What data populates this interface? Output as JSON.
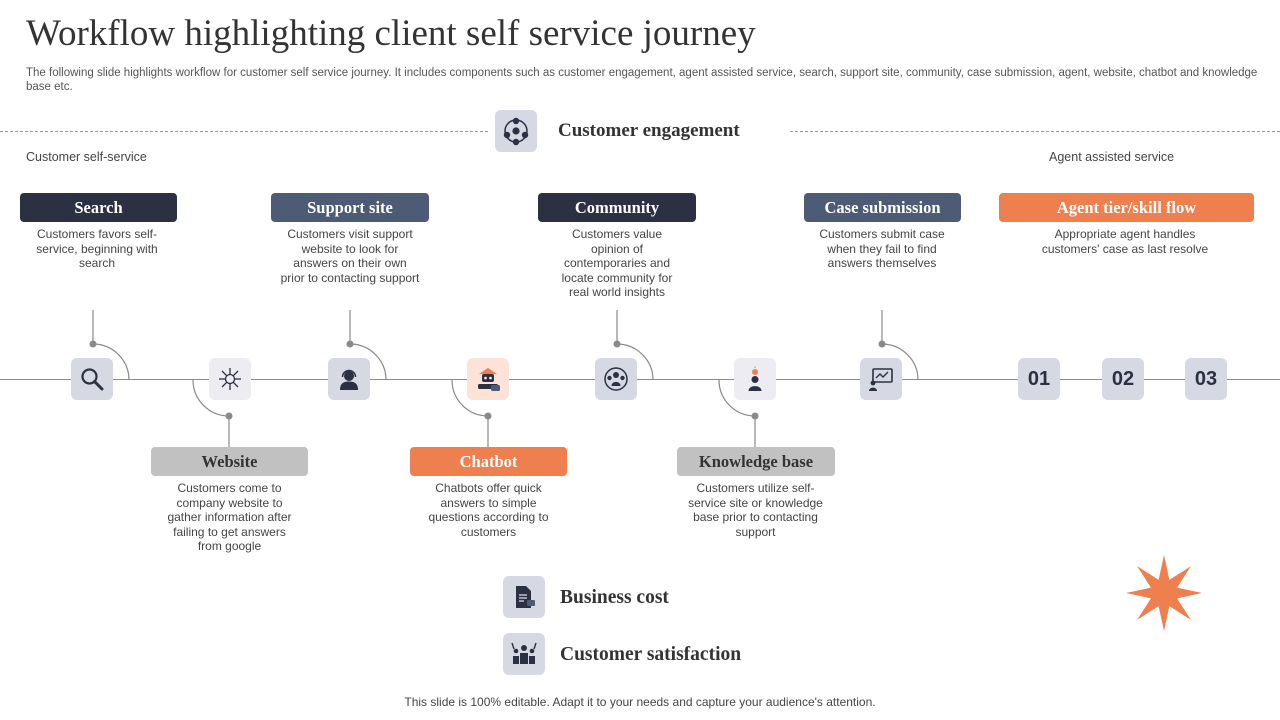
{
  "title": "Workflow highlighting client self service journey",
  "subtitle": "The following slide highlights workflow for customer self service journey. It includes components such as customer engagement, agent assisted service, search, support site, community, case submission, agent, website, chatbot and knowledge base etc.",
  "header": {
    "label": "Customer engagement",
    "icon": "people-network-icon"
  },
  "side_labels": {
    "left": "Customer  self-service",
    "right": "Agent assisted service"
  },
  "top_steps": [
    {
      "label": "Search",
      "desc": "Customers favors self-service, beginning with search",
      "icon": "search-icon",
      "color": "#2b3043"
    },
    {
      "label": "Support site",
      "desc": "Customers visit support website to look for answers on their own prior to contacting support",
      "icon": "support-agent-icon",
      "color": "#4d5b75"
    },
    {
      "label": "Community",
      "desc": "Customers value opinion of contemporaries and locate community for real world insights",
      "icon": "community-icon",
      "color": "#2b3043"
    },
    {
      "label": "Case submission",
      "desc": "Customers submit case when they fail to find answers themselves",
      "icon": "case-presentation-icon",
      "color": "#4d5b75"
    },
    {
      "label": "Agent tier/skill flow",
      "desc": "Appropriate agent handles customers' case as last resolve",
      "color": "#ee7f4f"
    }
  ],
  "bottom_steps": [
    {
      "label": "Website",
      "desc": "Customers come to company website to gather information after failing to get answers from google",
      "icon": "network-hub-icon",
      "color": "#c1c1c1"
    },
    {
      "label": "Chatbot",
      "desc": "Chatbots offer quick answers to simple questions according to customers",
      "icon": "chatbot-icon",
      "color": "#ee7f4f"
    },
    {
      "label": "Knowledge base",
      "desc": "Customers utilize self-service site or knowledge base prior to contacting support",
      "icon": "idea-person-icon",
      "color": "#c1c1c1"
    }
  ],
  "tiers": [
    "01",
    "02",
    "03"
  ],
  "outcomes": [
    {
      "label": "Business cost",
      "icon": "cost-document-icon"
    },
    {
      "label": "Customer satisfaction",
      "icon": "team-cheer-icon"
    }
  ],
  "footer": "This slide is 100% editable. Adapt it to your needs and capture your audience's attention.",
  "colors": {
    "navy": "#2b3043",
    "slate": "#4d5b75",
    "orange": "#ee7f4f",
    "gray": "#c1c1c1",
    "node": "#d6d8e4"
  }
}
